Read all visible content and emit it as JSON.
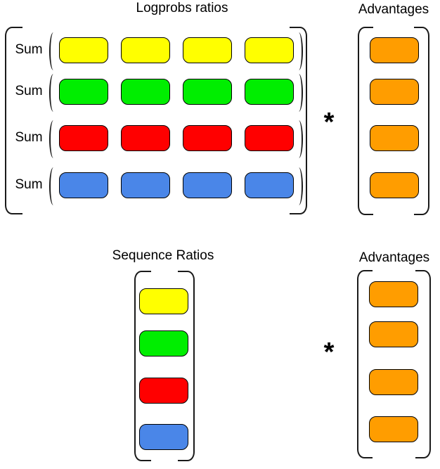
{
  "top": {
    "title": "Logprobs ratios",
    "advantages_title": "Advantages",
    "operator": "*",
    "rows": [
      {
        "label": "Sum",
        "color_name": "yellow",
        "color": "#FFFF00"
      },
      {
        "label": "Sum",
        "color_name": "green",
        "color": "#00EE00"
      },
      {
        "label": "Sum",
        "color_name": "red",
        "color": "#FF0000"
      },
      {
        "label": "Sum",
        "color_name": "blue",
        "color": "#4A86E8"
      }
    ],
    "advantages_color": "#FF9D00"
  },
  "bottom": {
    "title": "Sequence Ratios",
    "advantages_title": "Advantages",
    "operator": "*",
    "cells": [
      {
        "color_name": "yellow",
        "color": "#FFFF00"
      },
      {
        "color_name": "green",
        "color": "#00EE00"
      },
      {
        "color_name": "red",
        "color": "#FF0000"
      },
      {
        "color_name": "blue",
        "color": "#4A86E8"
      }
    ],
    "advantages_color": "#FF9D00"
  }
}
